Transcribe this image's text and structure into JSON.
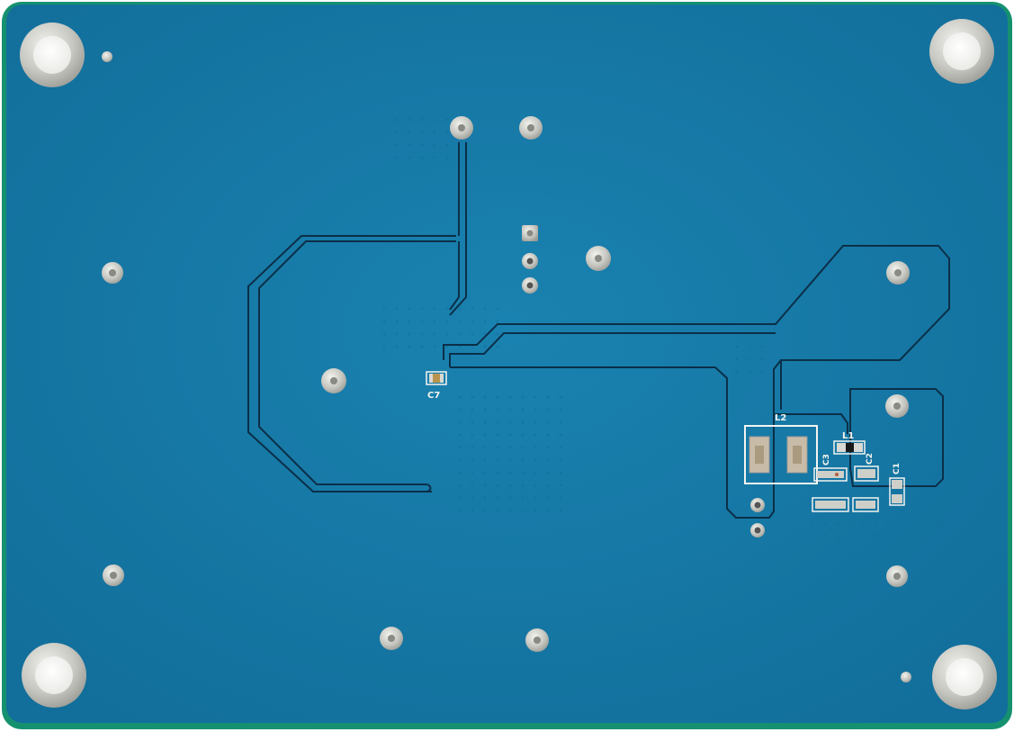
{
  "board": {
    "solder_mask_color": "#1478a6",
    "edge_color": "#16916f",
    "trace_color": "#0b2f48",
    "pad_color": "#c9c9c3",
    "silkscreen_color": "#f4f4f0"
  },
  "silkscreen": {
    "c7": "C7",
    "l2": "L2",
    "l1": "L1",
    "c3": "C3",
    "c2": "C2",
    "c1": "C1"
  }
}
